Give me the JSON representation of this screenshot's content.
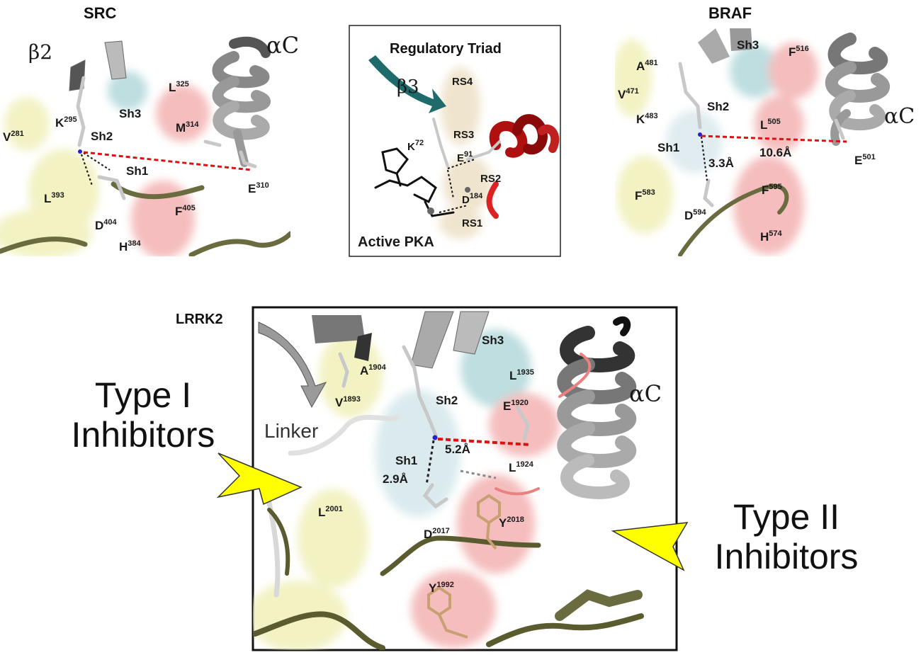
{
  "src": {
    "title": "SRC",
    "labels": {
      "beta2": "β2",
      "alphaC": "αC",
      "K295": [
        "K",
        "295"
      ],
      "V281": [
        "V",
        "281"
      ],
      "L325": [
        "L",
        "325"
      ],
      "M314": [
        "M",
        "314"
      ],
      "L393": [
        "L",
        "393"
      ],
      "D404": [
        "D",
        "404"
      ],
      "F405": [
        "F",
        "405"
      ],
      "H384": [
        "H",
        "384"
      ],
      "E310": [
        "E",
        "310"
      ],
      "Sh1": "Sh1",
      "Sh2": "Sh2",
      "Sh3": "Sh3"
    }
  },
  "pka": {
    "title": "Regulatory Triad",
    "labels": {
      "beta3": "β3",
      "K72": [
        "K",
        "72"
      ],
      "E91": [
        "E",
        "91"
      ],
      "D184": [
        "D",
        "184"
      ],
      "RS1": "RS1",
      "RS2": "RS2",
      "RS3": "RS3",
      "RS4": "RS4",
      "active": "Active PKA"
    }
  },
  "braf": {
    "title": "BRAF",
    "labels": {
      "A481": [
        "A",
        "481"
      ],
      "V471": [
        "V",
        "471"
      ],
      "K483": [
        "K",
        "483"
      ],
      "F516": [
        "F",
        "516"
      ],
      "L505": [
        "L",
        "505"
      ],
      "E501": [
        "E",
        "501"
      ],
      "F583": [
        "F",
        "583"
      ],
      "F595": [
        "F",
        "595"
      ],
      "D594": [
        "D",
        "594"
      ],
      "H574": [
        "H",
        "574"
      ],
      "Sh1": "Sh1",
      "Sh2": "Sh2",
      "Sh3": "Sh3",
      "alphaC": "αC",
      "dist_short": "3.3Å",
      "dist_long": "10.6Å"
    }
  },
  "lrrk2": {
    "title": "LRRK2",
    "labels": {
      "A1904": [
        "A",
        "1904"
      ],
      "V1893": [
        "V",
        "1893"
      ],
      "Linker": "Linker",
      "Sh3": "Sh3",
      "L1935": [
        "L",
        "1935"
      ],
      "Sh2": "Sh2",
      "E1920": [
        "E",
        "1920"
      ],
      "alphaC": "αC",
      "Sh1": "Sh1",
      "dist_sh1": "2.9Å",
      "dist_long": "5.2Å",
      "L1924": [
        "L",
        "1924"
      ],
      "L2001": [
        "L",
        "2001"
      ],
      "D2017": [
        "D",
        "2017"
      ],
      "Y2018": [
        "Y",
        "2018"
      ],
      "Y1992": [
        "Y",
        "1992"
      ]
    }
  },
  "inhibitors": {
    "type1": [
      "Type I",
      "Inhibitors"
    ],
    "type2": [
      "Type II",
      "Inhibitors"
    ]
  },
  "colors": {
    "yellow_surface": "#eeeeb0",
    "red_surface": "#f2a8a8",
    "cyan_surface": "#a9d3d6",
    "beige_surface": "#e9d9b9",
    "helix_gray": "#8a8a8a",
    "loop_olive": "#6b6b40",
    "teal_strand": "#1f6b6b",
    "dark_red_helix": "#b01010",
    "arrow_yellow": "#ffff00",
    "distance_red": "#dd1111"
  }
}
